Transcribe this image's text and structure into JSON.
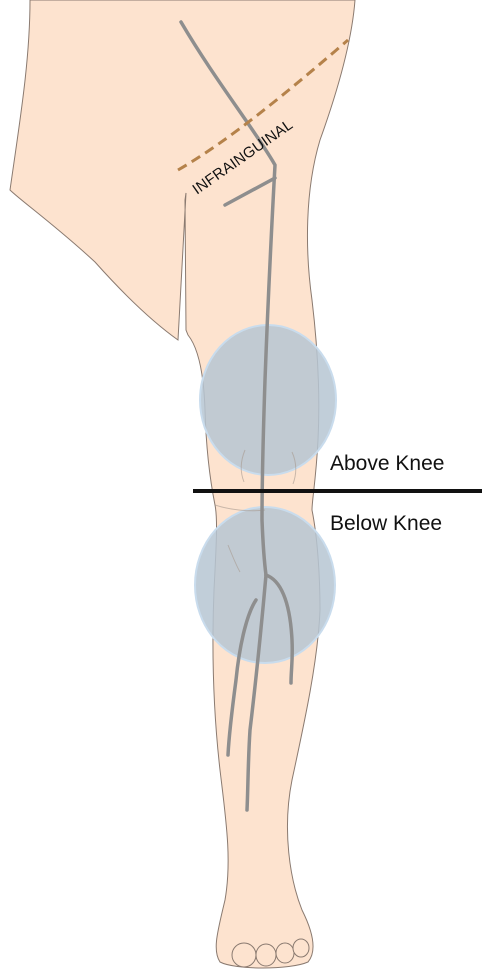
{
  "labels": {
    "infrainguinal": "INFRAINGUINAL",
    "above_knee": "Above Knee",
    "below_knee": "Below Knee"
  },
  "colors": {
    "skin": "#fde3cf",
    "skin_outline": "#8a7a70",
    "vessel": "#8e8e8e",
    "knee_zone_fill": "#b6c6d2",
    "knee_zone_edge": "#c9dced",
    "inguinal_line": "#b5824a",
    "divider": "#111111"
  },
  "icons": {
    "leg": "leg-illustration",
    "vessels": "arterial-tree",
    "knee_zones": "knee-zone-circles"
  }
}
